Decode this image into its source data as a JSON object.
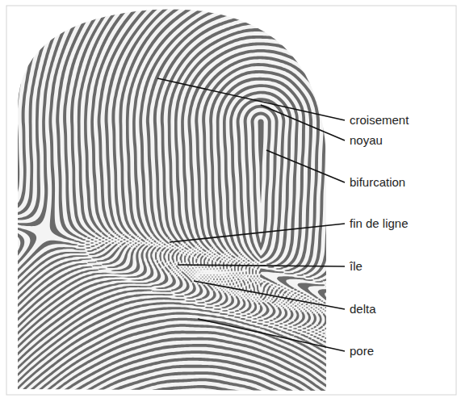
{
  "diagram": {
    "labels": [
      "croisement",
      "noyau",
      "bifurcation",
      "fin de ligne",
      "île",
      "delta",
      "pore"
    ]
  }
}
